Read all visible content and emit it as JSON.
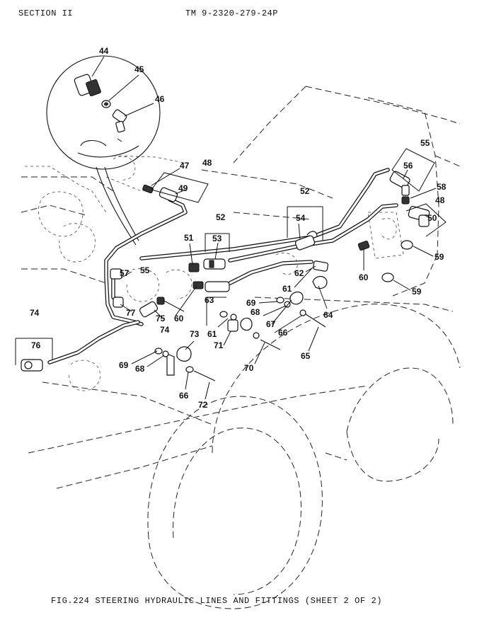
{
  "header": {
    "section": "SECTION II",
    "manual": "TM 9-2320-279-24P"
  },
  "figure": {
    "caption": "FIG.224 STEERING HYDRAULIC LINES AND FITTINGS (SHEET 2 OF 2)"
  },
  "callouts": {
    "c44": "44",
    "c45": "45",
    "c46": "46",
    "c47": "47",
    "c48a": "48",
    "c49": "49",
    "c51": "51",
    "c52a": "52",
    "c52b": "52",
    "c53": "53",
    "c54": "54",
    "c55a": "55",
    "c56": "56",
    "c58": "58",
    "c48b": "48",
    "c50": "50",
    "c59a": "59",
    "c59b": "59",
    "c60a": "60",
    "c62": "62",
    "c61a": "61",
    "c64": "64",
    "c57": "57",
    "c55b": "55",
    "c63": "63",
    "c77": "77",
    "c75": "75",
    "c60b": "60",
    "c74a": "74",
    "c74b": "74",
    "c76": "76",
    "c69a": "69",
    "c68a": "68",
    "c67": "67",
    "c66a": "66",
    "c61b": "61",
    "c71": "71",
    "c65": "65",
    "c70": "70",
    "c73": "73",
    "c69b": "69",
    "c68b": "68",
    "c66b": "66",
    "c72": "72"
  }
}
